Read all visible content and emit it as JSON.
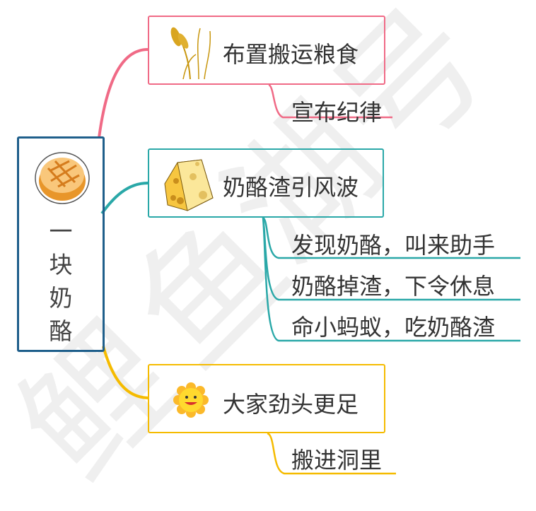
{
  "watermark": {
    "chars": [
      "鲤",
      "鱼",
      "湖",
      "号"
    ],
    "color": "#efefef"
  },
  "colors": {
    "root": "#1f5f8b",
    "branch1": "#f06a86",
    "branch2": "#2aa8a8",
    "branch3": "#f5bb00",
    "text": "#333333"
  },
  "root": {
    "icon": "bread-icon",
    "chars": [
      "一",
      "块",
      "奶",
      "酪"
    ],
    "label": "一块奶酪"
  },
  "branches": [
    {
      "icon": "wheat-icon",
      "label": "布置搬运粮食",
      "children": [
        "宣布纪律"
      ]
    },
    {
      "icon": "cheese-icon",
      "label": "奶酪渣引风波",
      "children": [
        "发现奶酪，叫来助手",
        "奶酪掉渣，下令休息",
        "命小蚂蚁，吃奶酪渣"
      ]
    },
    {
      "icon": "smiling-sun-icon",
      "label": "大家劲头更足",
      "children": [
        "搬进洞里"
      ]
    }
  ]
}
